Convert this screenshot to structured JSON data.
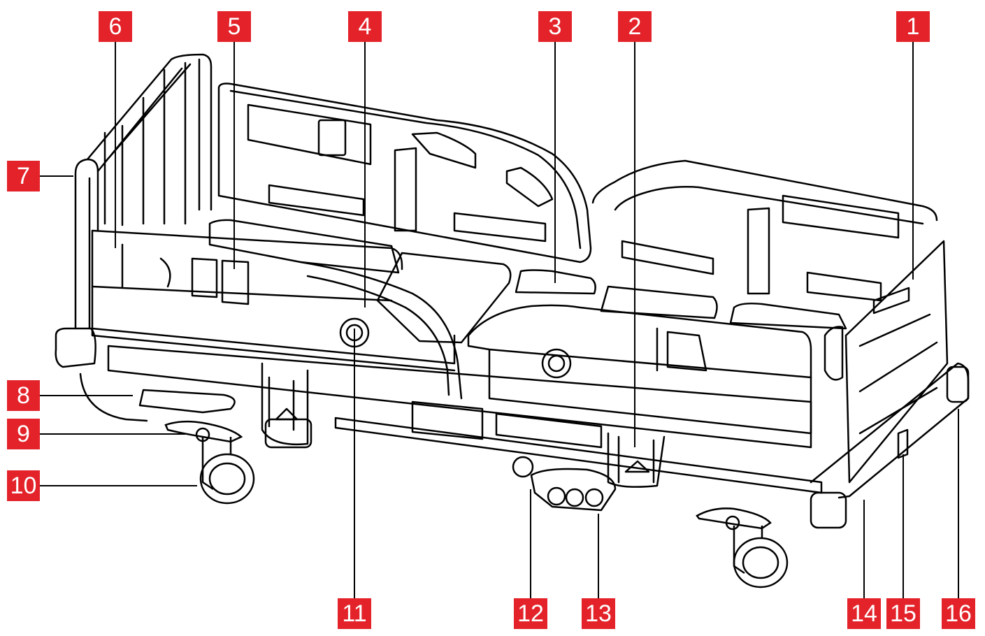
{
  "diagram": {
    "colors": {
      "callout": "#e3222a",
      "callout_text": "#ffffff",
      "line": "#000000",
      "background": "#ffffff"
    },
    "callouts": [
      {
        "label": "1"
      },
      {
        "label": "2"
      },
      {
        "label": "3"
      },
      {
        "label": "4"
      },
      {
        "label": "5"
      },
      {
        "label": "6"
      },
      {
        "label": "7"
      },
      {
        "label": "8"
      },
      {
        "label": "9"
      },
      {
        "label": "10"
      },
      {
        "label": "11"
      },
      {
        "label": "12"
      },
      {
        "label": "13"
      },
      {
        "label": "14"
      },
      {
        "label": "15"
      },
      {
        "label": "16"
      }
    ]
  }
}
